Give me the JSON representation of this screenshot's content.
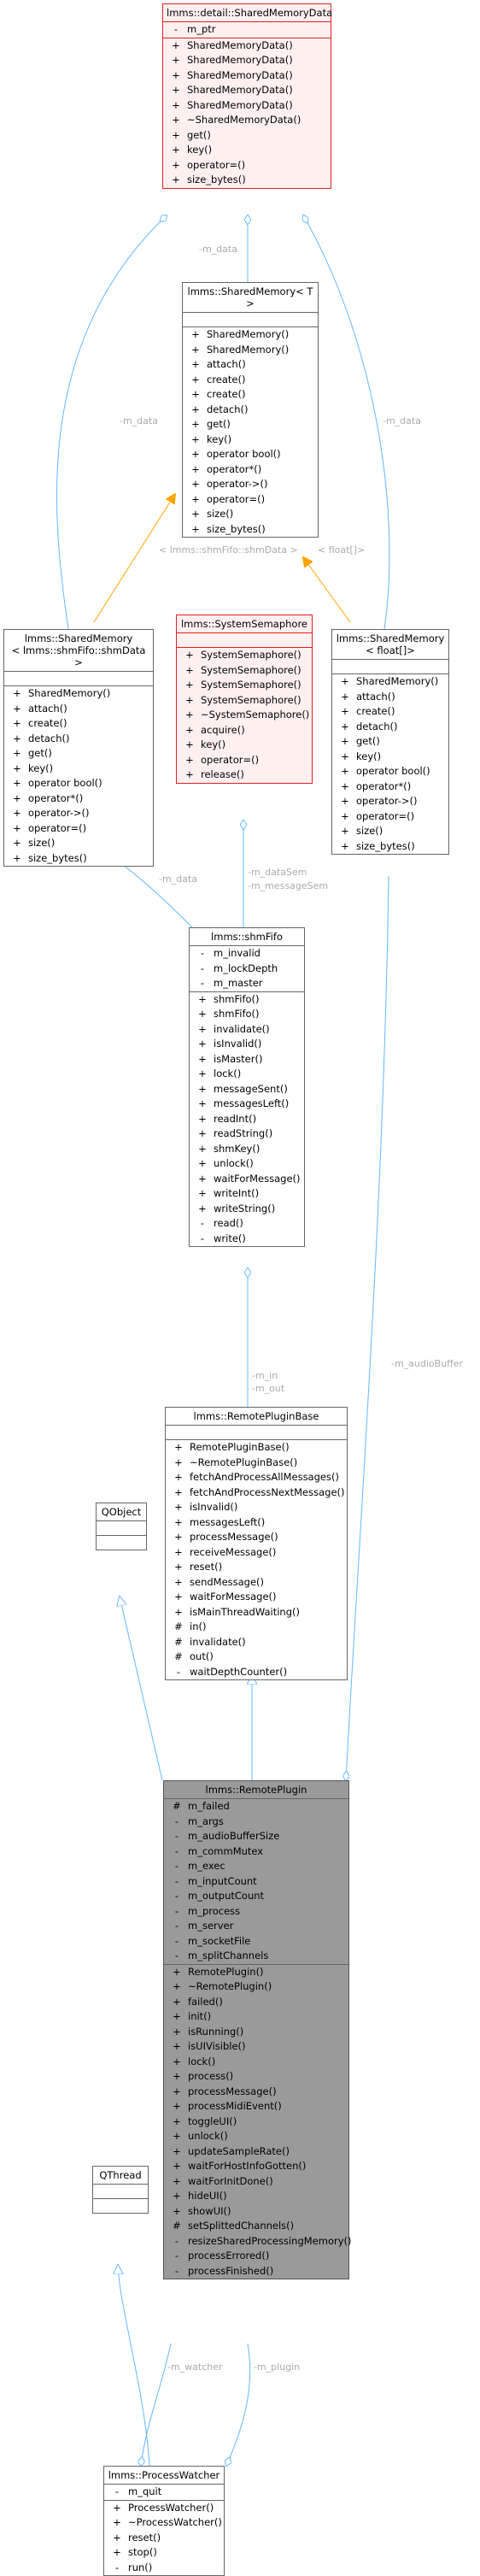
{
  "classes": {
    "shared_memory_data": {
      "title": "lmms::detail::SharedMemoryData",
      "attributes": [
        [
          "-",
          "m_ptr"
        ]
      ],
      "methods": [
        [
          "+",
          "SharedMemoryData()"
        ],
        [
          "+",
          "SharedMemoryData()"
        ],
        [
          "+",
          "SharedMemoryData()"
        ],
        [
          "+",
          "SharedMemoryData()"
        ],
        [
          "+",
          "SharedMemoryData()"
        ],
        [
          "+",
          "~SharedMemoryData()"
        ],
        [
          "+",
          "get()"
        ],
        [
          "+",
          "key()"
        ],
        [
          "+",
          "operator=()"
        ],
        [
          "+",
          "size_bytes()"
        ]
      ]
    },
    "shared_memory_t": {
      "title": "lmms::SharedMemory< T >",
      "attributes": [],
      "methods": [
        [
          "+",
          "SharedMemory()"
        ],
        [
          "+",
          "SharedMemory()"
        ],
        [
          "+",
          "attach()"
        ],
        [
          "+",
          "create()"
        ],
        [
          "+",
          "create()"
        ],
        [
          "+",
          "detach()"
        ],
        [
          "+",
          "get()"
        ],
        [
          "+",
          "key()"
        ],
        [
          "+",
          "operator bool()"
        ],
        [
          "+",
          "operator*()"
        ],
        [
          "+",
          "operator->()"
        ],
        [
          "+",
          "operator=()"
        ],
        [
          "+",
          "size()"
        ],
        [
          "+",
          "size_bytes()"
        ]
      ]
    },
    "shared_memory_shmdata": {
      "title_lines": [
        "lmms::SharedMemory",
        "< lmms::shmFifo::shmData >"
      ],
      "attributes": [],
      "methods": [
        [
          "+",
          "SharedMemory()"
        ],
        [
          "+",
          "attach()"
        ],
        [
          "+",
          "create()"
        ],
        [
          "+",
          "detach()"
        ],
        [
          "+",
          "get()"
        ],
        [
          "+",
          "key()"
        ],
        [
          "+",
          "operator bool()"
        ],
        [
          "+",
          "operator*()"
        ],
        [
          "+",
          "operator->()"
        ],
        [
          "+",
          "operator=()"
        ],
        [
          "+",
          "size()"
        ],
        [
          "+",
          "size_bytes()"
        ]
      ]
    },
    "system_semaphore": {
      "title": "lmms::SystemSemaphore",
      "attributes": [],
      "methods": [
        [
          "+",
          "SystemSemaphore()"
        ],
        [
          "+",
          "SystemSemaphore()"
        ],
        [
          "+",
          "SystemSemaphore()"
        ],
        [
          "+",
          "SystemSemaphore()"
        ],
        [
          "+",
          "~SystemSemaphore()"
        ],
        [
          "+",
          "acquire()"
        ],
        [
          "+",
          "key()"
        ],
        [
          "+",
          "operator=()"
        ],
        [
          "+",
          "release()"
        ]
      ]
    },
    "shared_memory_float": {
      "title_lines": [
        "lmms::SharedMemory",
        "< float[]>"
      ],
      "attributes": [],
      "methods": [
        [
          "+",
          "SharedMemory()"
        ],
        [
          "+",
          "attach()"
        ],
        [
          "+",
          "create()"
        ],
        [
          "+",
          "detach()"
        ],
        [
          "+",
          "get()"
        ],
        [
          "+",
          "key()"
        ],
        [
          "+",
          "operator bool()"
        ],
        [
          "+",
          "operator*()"
        ],
        [
          "+",
          "operator->()"
        ],
        [
          "+",
          "operator=()"
        ],
        [
          "+",
          "size()"
        ],
        [
          "+",
          "size_bytes()"
        ]
      ]
    },
    "shm_fifo": {
      "title": "lmms::shmFifo",
      "attributes": [
        [
          "-",
          "m_invalid"
        ],
        [
          "-",
          "m_lockDepth"
        ],
        [
          "-",
          "m_master"
        ]
      ],
      "methods": [
        [
          "+",
          "shmFifo()"
        ],
        [
          "+",
          "shmFifo()"
        ],
        [
          "+",
          "invalidate()"
        ],
        [
          "+",
          "isInvalid()"
        ],
        [
          "+",
          "isMaster()"
        ],
        [
          "+",
          "lock()"
        ],
        [
          "+",
          "messageSent()"
        ],
        [
          "+",
          "messagesLeft()"
        ],
        [
          "+",
          "readInt()"
        ],
        [
          "+",
          "readString()"
        ],
        [
          "+",
          "shmKey()"
        ],
        [
          "+",
          "unlock()"
        ],
        [
          "+",
          "waitForMessage()"
        ],
        [
          "+",
          "writeInt()"
        ],
        [
          "+",
          "writeString()"
        ],
        [
          "-",
          "read()"
        ],
        [
          "-",
          "write()"
        ]
      ]
    },
    "remote_plugin_base": {
      "title": "lmms::RemotePluginBase",
      "attributes": [],
      "methods": [
        [
          "+",
          "RemotePluginBase()"
        ],
        [
          "+",
          "~RemotePluginBase()"
        ],
        [
          "+",
          "fetchAndProcessAllMessages()"
        ],
        [
          "+",
          "fetchAndProcessNextMessage()"
        ],
        [
          "+",
          "isInvalid()"
        ],
        [
          "+",
          "messagesLeft()"
        ],
        [
          "+",
          "processMessage()"
        ],
        [
          "+",
          "receiveMessage()"
        ],
        [
          "+",
          "reset()"
        ],
        [
          "+",
          "sendMessage()"
        ],
        [
          "+",
          "waitForMessage()"
        ],
        [
          "+",
          "isMainThreadWaiting()"
        ],
        [
          "#",
          "in()"
        ],
        [
          "#",
          "invalidate()"
        ],
        [
          "#",
          "out()"
        ],
        [
          "-",
          "waitDepthCounter()"
        ]
      ]
    },
    "qobject": {
      "title": "QObject",
      "attributes": [],
      "methods": []
    },
    "remote_plugin": {
      "title": "lmms::RemotePlugin",
      "attributes": [
        [
          "#",
          "m_failed"
        ],
        [
          "-",
          "m_args"
        ],
        [
          "-",
          "m_audioBufferSize"
        ],
        [
          "-",
          "m_commMutex"
        ],
        [
          "-",
          "m_exec"
        ],
        [
          "-",
          "m_inputCount"
        ],
        [
          "-",
          "m_outputCount"
        ],
        [
          "-",
          "m_process"
        ],
        [
          "-",
          "m_server"
        ],
        [
          "-",
          "m_socketFile"
        ],
        [
          "-",
          "m_splitChannels"
        ]
      ],
      "methods": [
        [
          "+",
          "RemotePlugin()"
        ],
        [
          "+",
          "~RemotePlugin()"
        ],
        [
          "+",
          "failed()"
        ],
        [
          "+",
          "init()"
        ],
        [
          "+",
          "isRunning()"
        ],
        [
          "+",
          "isUIVisible()"
        ],
        [
          "+",
          "lock()"
        ],
        [
          "+",
          "process()"
        ],
        [
          "+",
          "processMessage()"
        ],
        [
          "+",
          "processMidiEvent()"
        ],
        [
          "+",
          "toggleUI()"
        ],
        [
          "+",
          "unlock()"
        ],
        [
          "+",
          "updateSampleRate()"
        ],
        [
          "+",
          "waitForHostInfoGotten()"
        ],
        [
          "+",
          "waitForInitDone()"
        ],
        [
          "+",
          "hideUI()"
        ],
        [
          "+",
          "showUI()"
        ],
        [
          "#",
          "setSplittedChannels()"
        ],
        [
          "-",
          "resizeSharedProcessingMemory()"
        ],
        [
          "-",
          "processErrored()"
        ],
        [
          "-",
          "processFinished()"
        ]
      ]
    },
    "qthread": {
      "title": "QThread",
      "attributes": [],
      "methods": []
    },
    "process_watcher": {
      "title": "lmms::ProcessWatcher",
      "attributes": [
        [
          "-",
          "m_quit"
        ]
      ],
      "methods": [
        [
          "+",
          "ProcessWatcher()"
        ],
        [
          "+",
          "~ProcessWatcher()"
        ],
        [
          "+",
          "reset()"
        ],
        [
          "+",
          "stop()"
        ],
        [
          "-",
          "run()"
        ]
      ]
    }
  },
  "edge_labels": {
    "m_data_1": "-m_data",
    "m_data_2": "-m_data",
    "m_data_3": "-m_data",
    "m_data_4": "-m_data",
    "tmpl_shmdata": "< lmms::shmFifo::shmData >",
    "tmpl_float": "< float[]>",
    "data_sem": "-m_dataSem",
    "message_sem": "-m_messageSem",
    "m_in": "-m_in",
    "m_out": "-m_out",
    "audio_buffer": "-m_audioBuffer",
    "m_watcher": "-m_watcher",
    "m_plugin": "-m_plugin"
  },
  "colors": {
    "edge": "#63b8ff",
    "template_edge": "#ffa500",
    "highlight_border": "#e02020",
    "current_fill": "#9a9a9a"
  }
}
